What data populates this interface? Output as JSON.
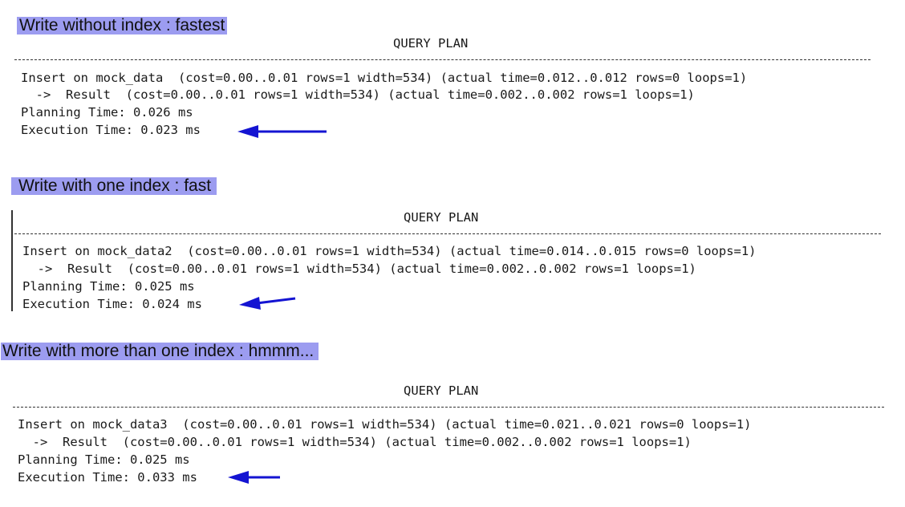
{
  "sections": [
    {
      "heading": "Write without index : fastest",
      "header": "QUERY PLAN",
      "line1": "Insert on mock_data  (cost=0.00..0.01 rows=1 width=534) (actual time=0.012..0.012 rows=0 loops=1)",
      "line2": "  ->  Result  (cost=0.00..0.01 rows=1 width=534) (actual time=0.002..0.002 rows=1 loops=1)",
      "planning": "Planning Time: 0.026 ms",
      "execution": "Execution Time: 0.023 ms"
    },
    {
      "heading": "Write with one index : fast",
      "header": "QUERY PLAN",
      "line1": "Insert on mock_data2  (cost=0.00..0.01 rows=1 width=534) (actual time=0.014..0.015 rows=0 loops=1)",
      "line2": "  ->  Result  (cost=0.00..0.01 rows=1 width=534) (actual time=0.002..0.002 rows=1 loops=1)",
      "planning": "Planning Time: 0.025 ms",
      "execution": "Execution Time: 0.024 ms"
    },
    {
      "heading": "Write with more than one index : hmmm...",
      "header": "QUERY PLAN",
      "line1": "Insert on mock_data3  (cost=0.00..0.01 rows=1 width=534) (actual time=0.021..0.021 rows=0 loops=1)",
      "line2": "  ->  Result  (cost=0.00..0.01 rows=1 width=534) (actual time=0.002..0.002 rows=1 loops=1)",
      "planning": "Planning Time: 0.025 ms",
      "execution": "Execution Time: 0.033 ms"
    }
  ],
  "colors": {
    "highlight": "#9c9cf0",
    "arrow": "#1414d2"
  },
  "icons": {
    "arrow": "left-arrow-icon"
  }
}
